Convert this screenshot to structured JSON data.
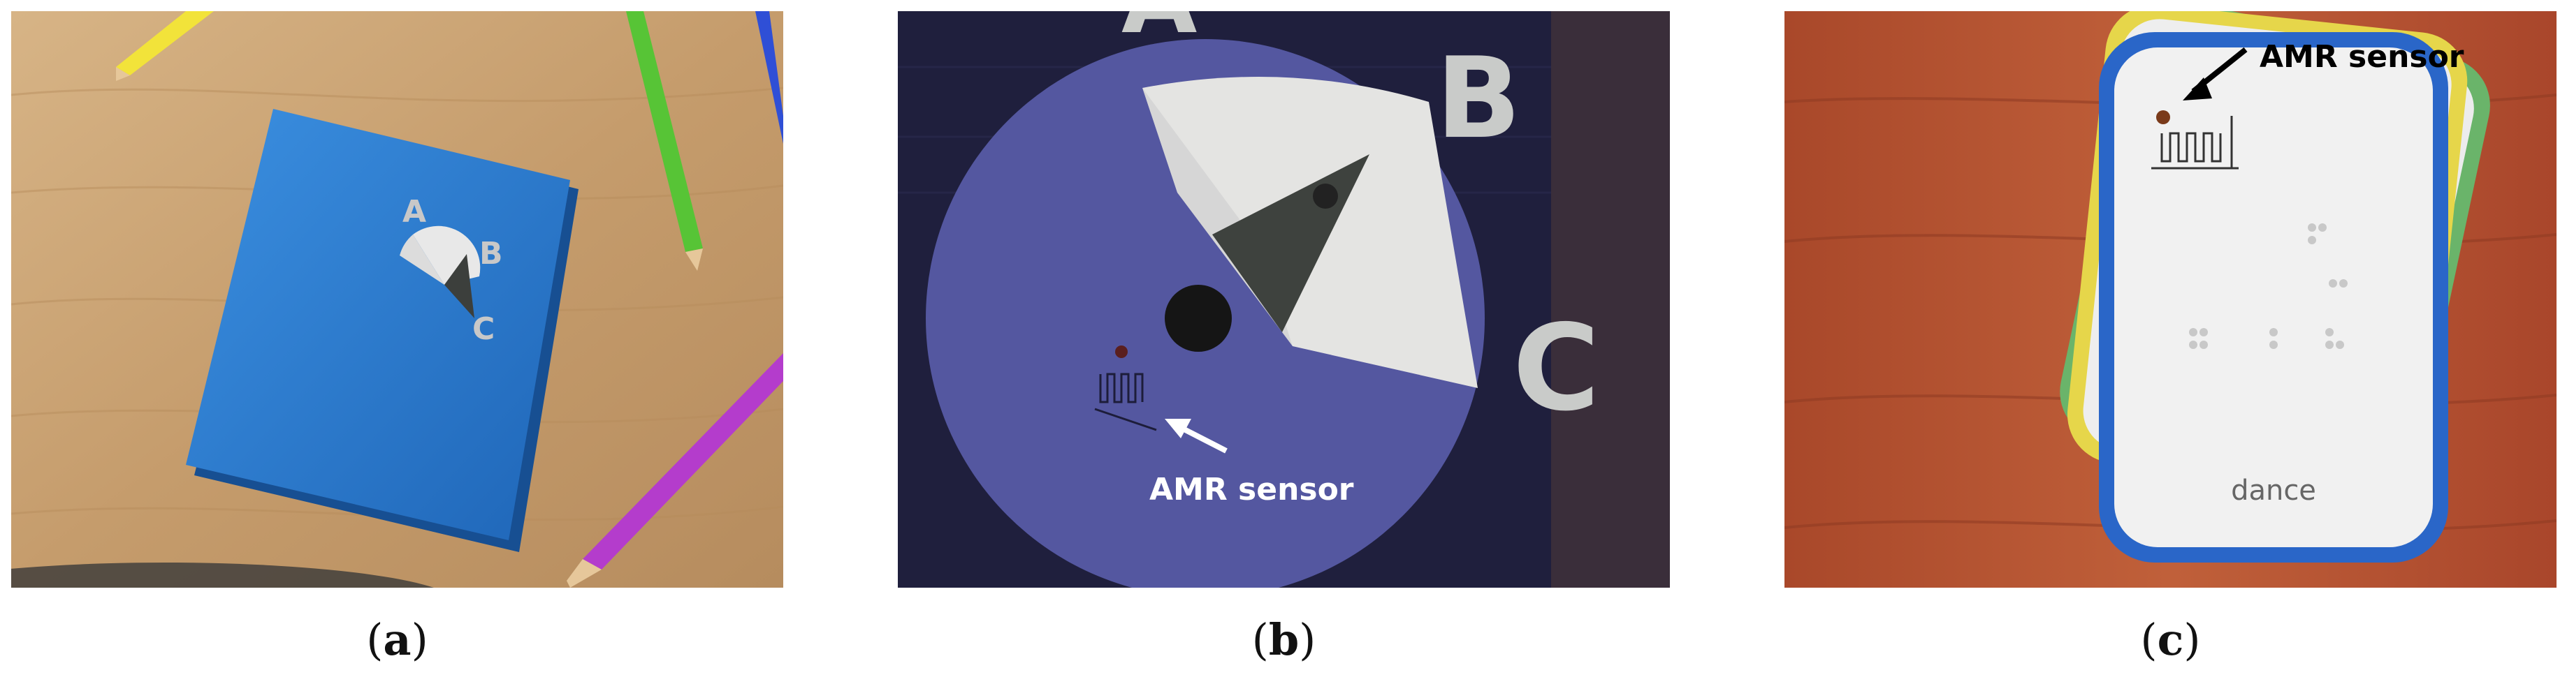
{
  "figure": {
    "panels": [
      {
        "id": "a",
        "caption": "a",
        "letters": {
          "a": "A",
          "b": "B",
          "c": "C"
        }
      },
      {
        "id": "b",
        "caption": "b",
        "letters": {
          "a": "A",
          "b": "B",
          "c": "C"
        },
        "annotation": "AMR sensor"
      },
      {
        "id": "c",
        "caption": "c",
        "annotation": "AMR sensor",
        "card_word": "dance"
      }
    ],
    "colors": {
      "wood_light": "#c9a274",
      "book_blue": "#2f7fd0",
      "disc_blue": "#5457a0",
      "background_dark": "#1f1f3d",
      "card_border_blue": "#2a66c8",
      "card_border_yellow": "#e6d64a",
      "card_border_green": "#6ab46a",
      "wood_red": "#b8512f"
    }
  }
}
